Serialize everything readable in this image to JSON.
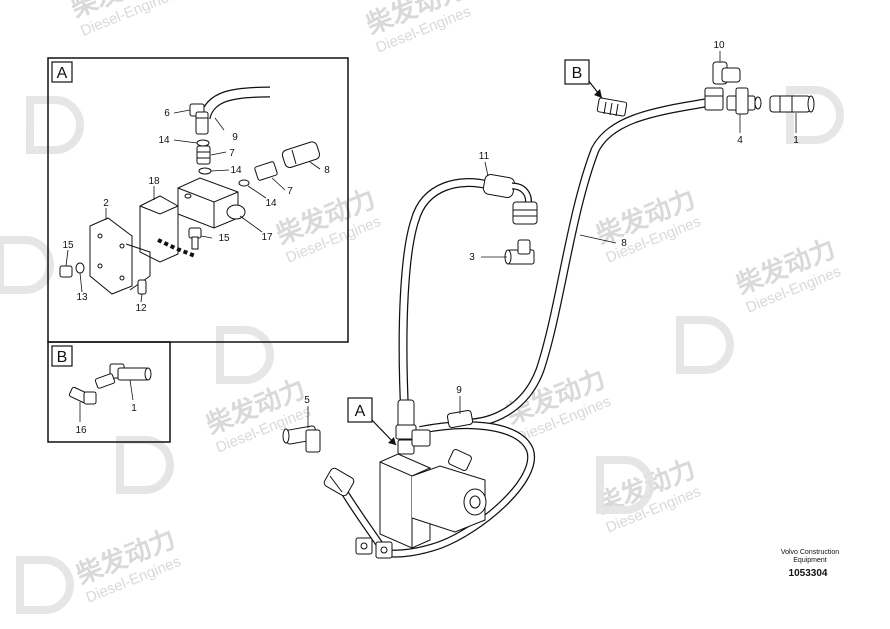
{
  "watermark": {
    "brand_cn": "柴发动力",
    "brand_en": "Diesel-Engines"
  },
  "insets": {
    "a": {
      "letter": "A"
    },
    "b": {
      "letter": "B"
    }
  },
  "callouts": {
    "a_main": "A",
    "b_main": "B"
  },
  "part_labels": {
    "inset_a": [
      "6",
      "9",
      "14",
      "7",
      "14",
      "7",
      "8",
      "14",
      "18",
      "2",
      "15",
      "17",
      "15",
      "13",
      "12"
    ],
    "inset_b": [
      "1",
      "16"
    ],
    "main": [
      "10",
      "4",
      "1",
      "11",
      "8",
      "3",
      "5",
      "9"
    ]
  },
  "footer": {
    "brand_line1": "Volvo Construction",
    "brand_line2": "Equipment",
    "drawing_number": "1053304"
  }
}
